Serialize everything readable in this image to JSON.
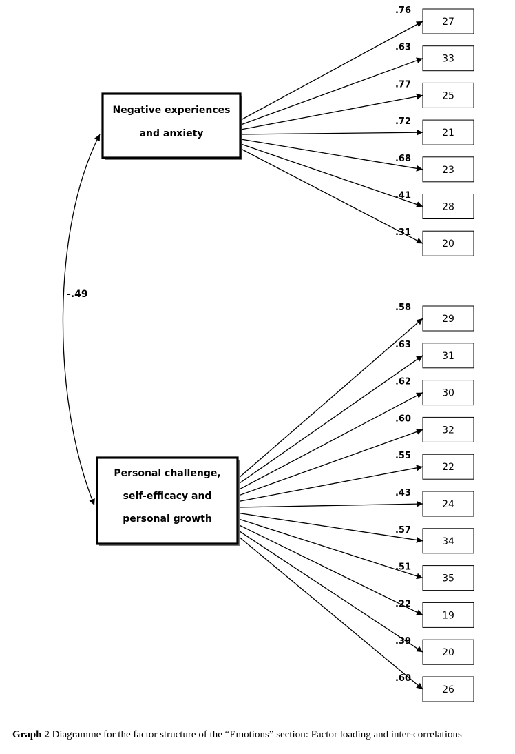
{
  "factors": [
    {
      "lines": [
        "Negative experiences",
        "and anxiety"
      ],
      "items": [
        {
          "item": "27",
          "loading": ".76"
        },
        {
          "item": "33",
          "loading": ".63"
        },
        {
          "item": "25",
          "loading": ".77"
        },
        {
          "item": "21",
          "loading": ".72"
        },
        {
          "item": "23",
          "loading": ".68"
        },
        {
          "item": "28",
          "loading": ".41"
        },
        {
          "item": "20",
          "loading": ".31"
        }
      ]
    },
    {
      "lines": [
        "Personal challenge,",
        "self-efficacy and",
        "personal growth"
      ],
      "items": [
        {
          "item": "29",
          "loading": ".58"
        },
        {
          "item": "31",
          "loading": ".63"
        },
        {
          "item": "30",
          "loading": ".62"
        },
        {
          "item": "32",
          "loading": ".60"
        },
        {
          "item": "22",
          "loading": ".55"
        },
        {
          "item": "24",
          "loading": ".43"
        },
        {
          "item": "34",
          "loading": ".57"
        },
        {
          "item": "35",
          "loading": ".51"
        },
        {
          "item": "19",
          "loading": ".22"
        },
        {
          "item": "20",
          "loading": ".39"
        },
        {
          "item": "26",
          "loading": ".60"
        }
      ]
    }
  ],
  "correlation": "-.49",
  "caption": {
    "label": "Graph 2",
    "text": "Diagramme for the factor structure of the “Emotions” section: Factor loading and inter-correlations"
  }
}
